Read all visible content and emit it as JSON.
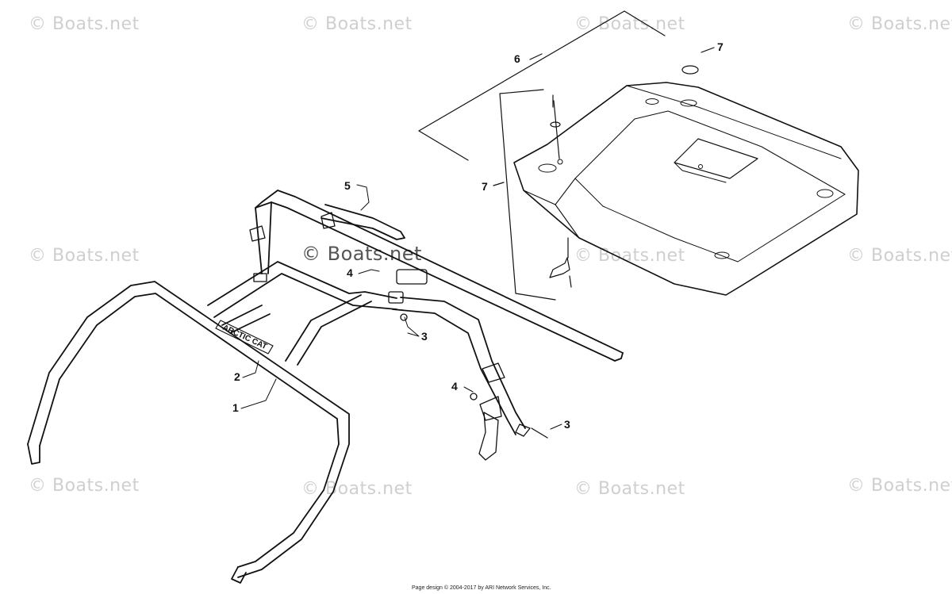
{
  "watermark": "© Boats.net",
  "logo_text": "ARCTIC CAT",
  "callouts": {
    "c1": "1",
    "c2": "2",
    "c3a": "3",
    "c3b": "3",
    "c4a": "4",
    "c4b": "4",
    "c5": "5",
    "c6": "6",
    "c7a": "7",
    "c7b": "7"
  },
  "footer": "Page design © 2004-2017 by ARI Network Services, Inc."
}
